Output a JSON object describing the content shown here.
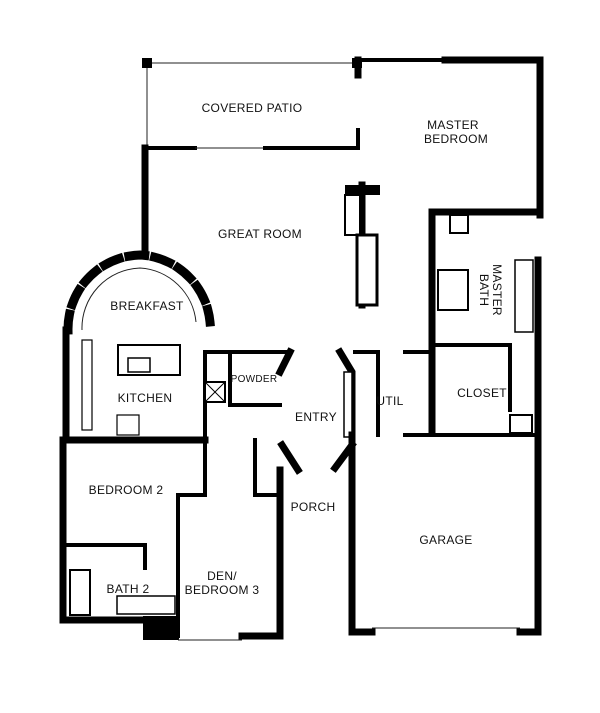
{
  "floor_plan": {
    "rooms": {
      "covered_patio": "COVERED PATIO",
      "master_bedroom_line1": "MASTER",
      "master_bedroom_line2": "BEDROOM",
      "great_room": "GREAT ROOM",
      "breakfast": "BREAKFAST",
      "kitchen": "KITCHEN",
      "powder": "POWDER",
      "entry": "ENTRY",
      "util": "UTIL",
      "master_bath_line1": "MASTER",
      "master_bath_line2": "BATH",
      "closet": "CLOSET",
      "bedroom_2": "BEDROOM 2",
      "porch": "PORCH",
      "garage": "GARAGE",
      "den_line1": "DEN/",
      "den_line2": "BEDROOM 3",
      "bath_2": "BATH 2"
    }
  }
}
